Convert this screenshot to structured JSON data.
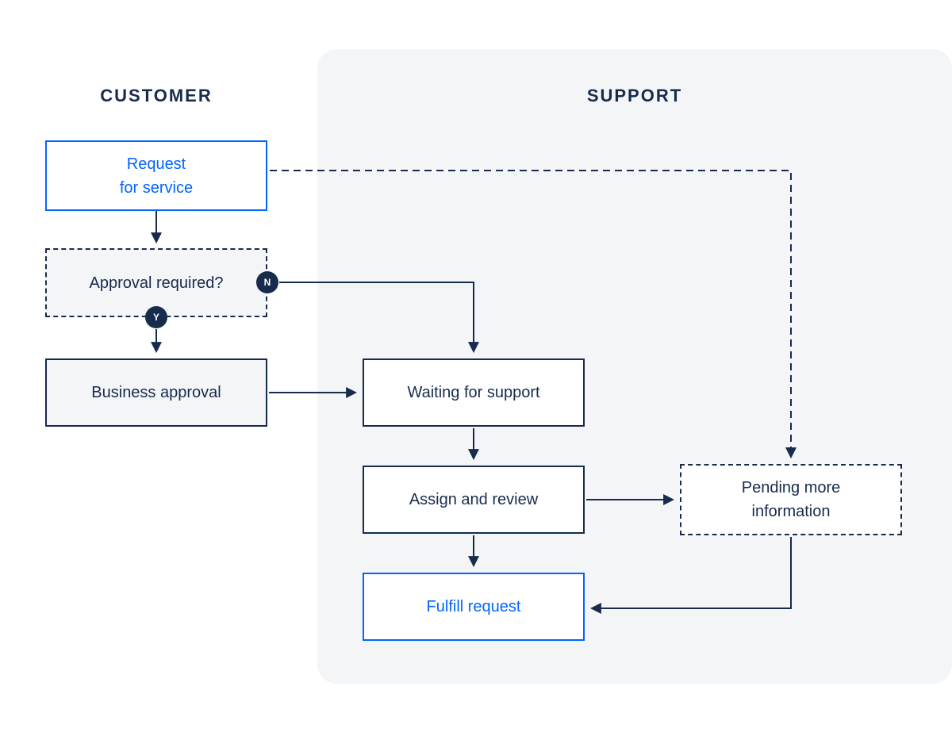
{
  "diagram": {
    "lanes": {
      "customer": {
        "label": "CUSTOMER"
      },
      "support": {
        "label": "SUPPORT"
      }
    },
    "nodes": {
      "request_for_service": {
        "label": "Request\nfor service"
      },
      "approval_required": {
        "label": "Approval required?"
      },
      "business_approval": {
        "label": "Business approval"
      },
      "waiting_for_support": {
        "label": "Waiting for support"
      },
      "assign_and_review": {
        "label": "Assign and review"
      },
      "fulfill_request": {
        "label": "Fulfill request"
      },
      "pending_more_information": {
        "label": "Pending more\ninformation"
      }
    },
    "badges": {
      "no": "N",
      "yes": "Y"
    },
    "colors": {
      "navy": "#172B4D",
      "blue": "#0065FF",
      "panel": "#F4F5F7",
      "node_gray": "#F4F5F7"
    }
  }
}
